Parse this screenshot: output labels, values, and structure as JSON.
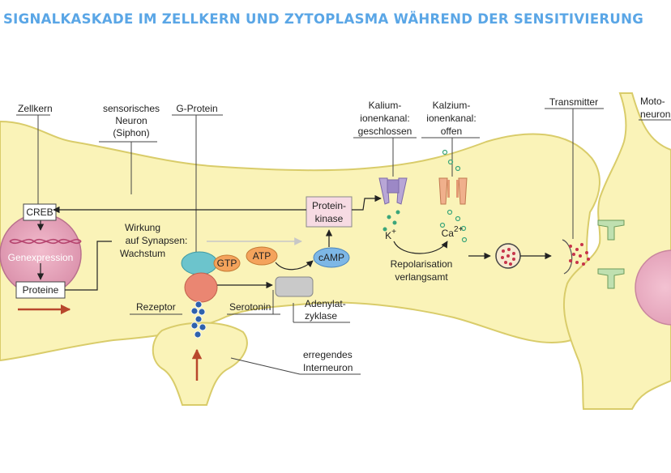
{
  "title": "SIGNALKASKADE IM ZELLKERN UND ZYTOPLASMA WÄHREND DER SENSITIVIERUNG",
  "labels": {
    "zellkern": "Zellkern",
    "sensorisch": [
      "sensorisches",
      "Neuron",
      "(Siphon)"
    ],
    "gprotein": "G-Protein",
    "kalium": [
      "Kalium-",
      "ionenkanal:",
      "geschlossen"
    ],
    "kalzium": [
      "Kalzium-",
      "ionenkanal:",
      "offen"
    ],
    "transmitter": "Transmitter",
    "motoneuron": [
      "Moto-",
      "neuron"
    ],
    "creb": "CREB",
    "genexpression": "Genexpression",
    "proteine": "Proteine",
    "wirkung": [
      "Wirkung",
      "auf Synapsen:",
      "Wachstum"
    ],
    "proteinkinase": [
      "Protein-",
      "kinase"
    ],
    "gtp": "GTP",
    "atp": "ATP",
    "camp": "cAMP",
    "k": "K",
    "ca": "Ca",
    "k_charge": "+",
    "ca_charge": "2+",
    "repolarisation": [
      "Repolarisation",
      "verlangsamt"
    ],
    "rezeptor": "Rezeptor",
    "serotonin": "Serotonin",
    "adenylatzyklase": [
      "Adenylat-",
      "zyklase"
    ],
    "interneuron": [
      "erregendes",
      "Interneuron"
    ]
  },
  "colors": {
    "title": "#5aa6e6",
    "cytoplasm": "#faf3b8",
    "membrane": "#d9cc6a",
    "nucleus": "#e7a3bb",
    "arrow_red": "#b8472c",
    "gprotein_teal": "#6cc4cc",
    "gtp_orange": "#f4a35c",
    "camp_blue": "#7db7e6",
    "kinase_pink": "#f7dbe3",
    "transmitter_dot": "#c7344a",
    "vesicle_blue": "#2f62ad"
  }
}
